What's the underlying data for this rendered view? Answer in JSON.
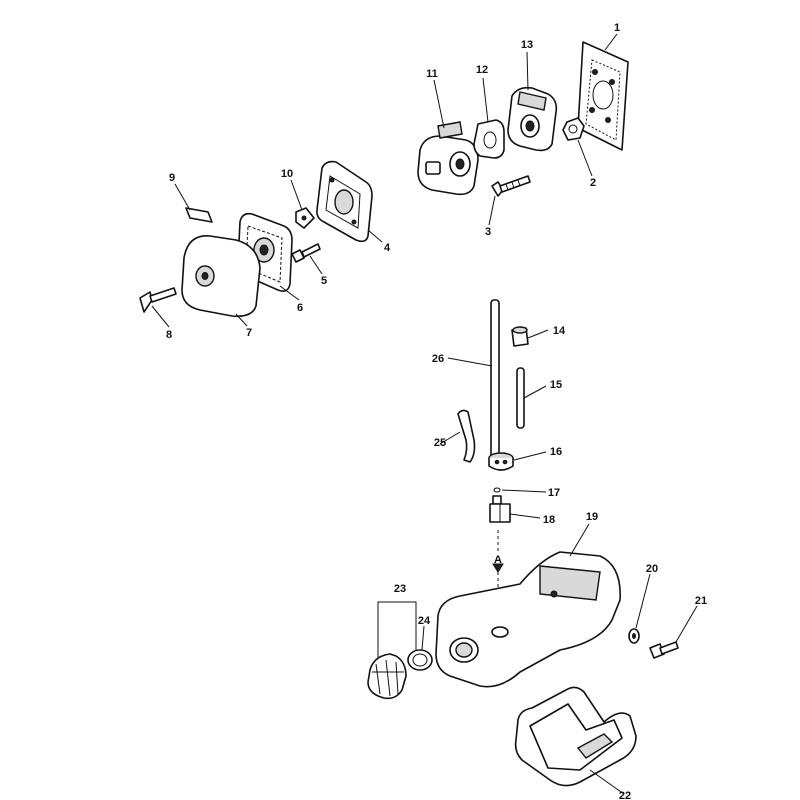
{
  "callouts": {
    "c1": "1",
    "c2": "2",
    "c3": "3",
    "c4": "4",
    "c5": "5",
    "c6": "6",
    "c7": "7",
    "c8": "8",
    "c9": "9",
    "c10": "10",
    "c11": "11",
    "c12": "12",
    "c13": "13",
    "c14": "14",
    "c15": "15",
    "c16": "16",
    "c17": "17",
    "c18": "18",
    "c19": "19",
    "c20": "20",
    "c21": "21",
    "c22": "22",
    "c23": "23",
    "c24": "24",
    "c25": "25",
    "c26": "26"
  },
  "arrow_label": "A"
}
